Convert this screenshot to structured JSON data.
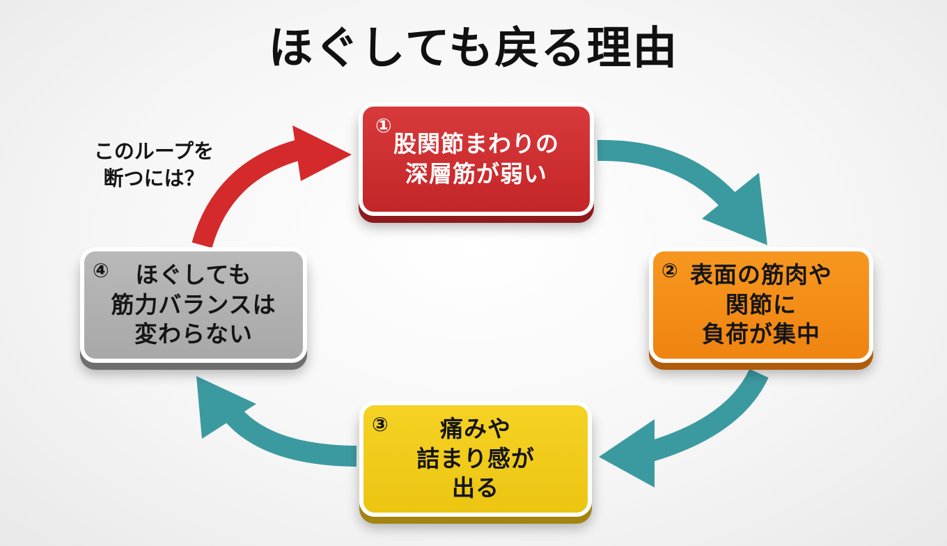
{
  "title": "ほぐしても戻る理由",
  "question": "このループを\n断つには？",
  "cards": [
    {
      "number": "①",
      "text": "股関節まわりの\n深層筋が弱い",
      "color": "#c9292c"
    },
    {
      "number": "②",
      "text": "表面の筋肉や\n関節に\n負荷が集中",
      "color": "#f28a15"
    },
    {
      "number": "③",
      "text": "痛みや\n詰まり感が\n出る",
      "color": "#efc918"
    },
    {
      "number": "④",
      "text": "ほぐしても\n筋力バランスは\n変わらない",
      "color": "#b0b0b0"
    }
  ],
  "arrow_colors": {
    "red": "#d42a2c",
    "teal": "#3b9aa0"
  }
}
